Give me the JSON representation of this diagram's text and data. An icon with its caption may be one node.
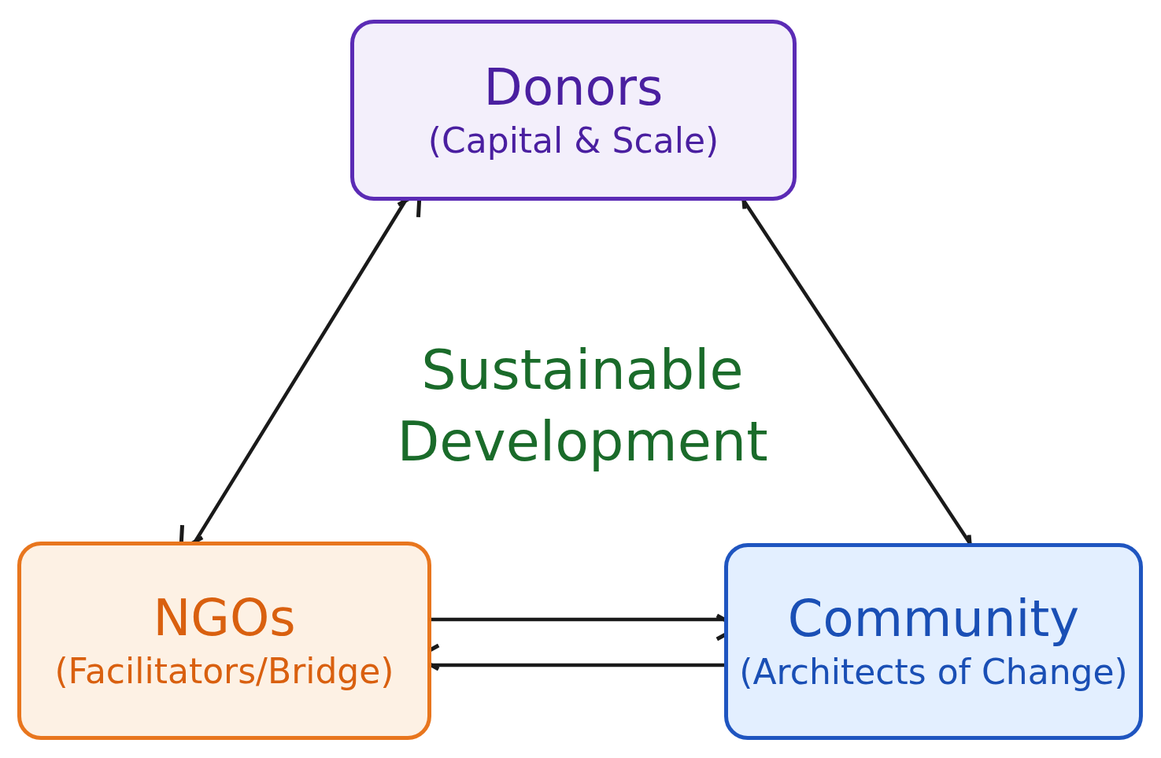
{
  "diagram": {
    "nodes": [
      {
        "text": [
          "Donors",
          "(Capital & Scale)"
        ]
      },
      {
        "text": [
          "NGOs",
          "(Facilitators/Bridge)"
        ]
      },
      {
        "text": [
          "Community",
          "(Architects of Change)"
        ]
      }
    ],
    "edges": [
      {
        "from": 0,
        "to": 1,
        "arrow": "both"
      },
      {
        "from": 0,
        "to": 2,
        "arrow": "both"
      },
      {
        "from": 1,
        "to": 2,
        "arrow": "to"
      },
      {
        "from": 2,
        "to": 1,
        "arrow": "to"
      }
    ],
    "labels": [
      "Sustainable Development"
    ]
  }
}
